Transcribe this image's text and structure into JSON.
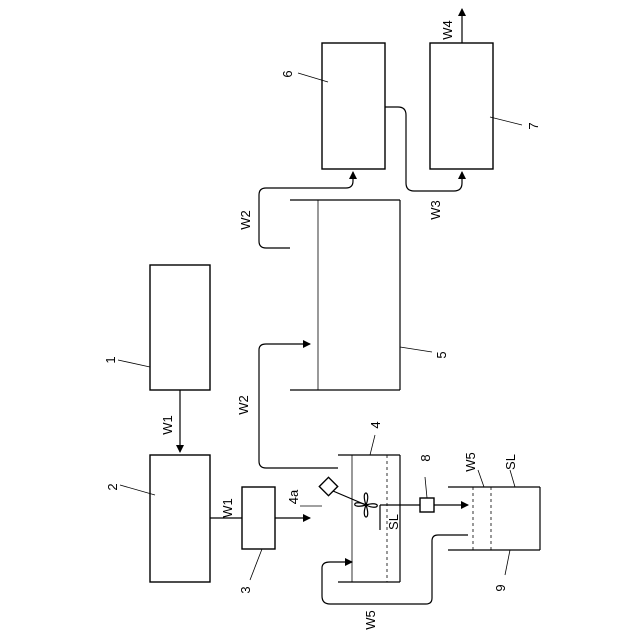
{
  "labels": {
    "unit_1": "1",
    "unit_2": "2",
    "unit_3": "3",
    "unit_4": "4",
    "unit_4a": "4a",
    "unit_5": "5",
    "unit_6": "6",
    "unit_7": "7",
    "unit_8": "8",
    "unit_9": "9"
  },
  "flows": {
    "w1_top": "W1",
    "w1_bottom": "W1",
    "w2_lower": "W2",
    "w2_upper": "W2",
    "w3": "W3",
    "w4": "W4",
    "w5_top": "W5",
    "w5_bottom": "W5",
    "sl_pipe": "SL",
    "sl_tank": "SL"
  }
}
